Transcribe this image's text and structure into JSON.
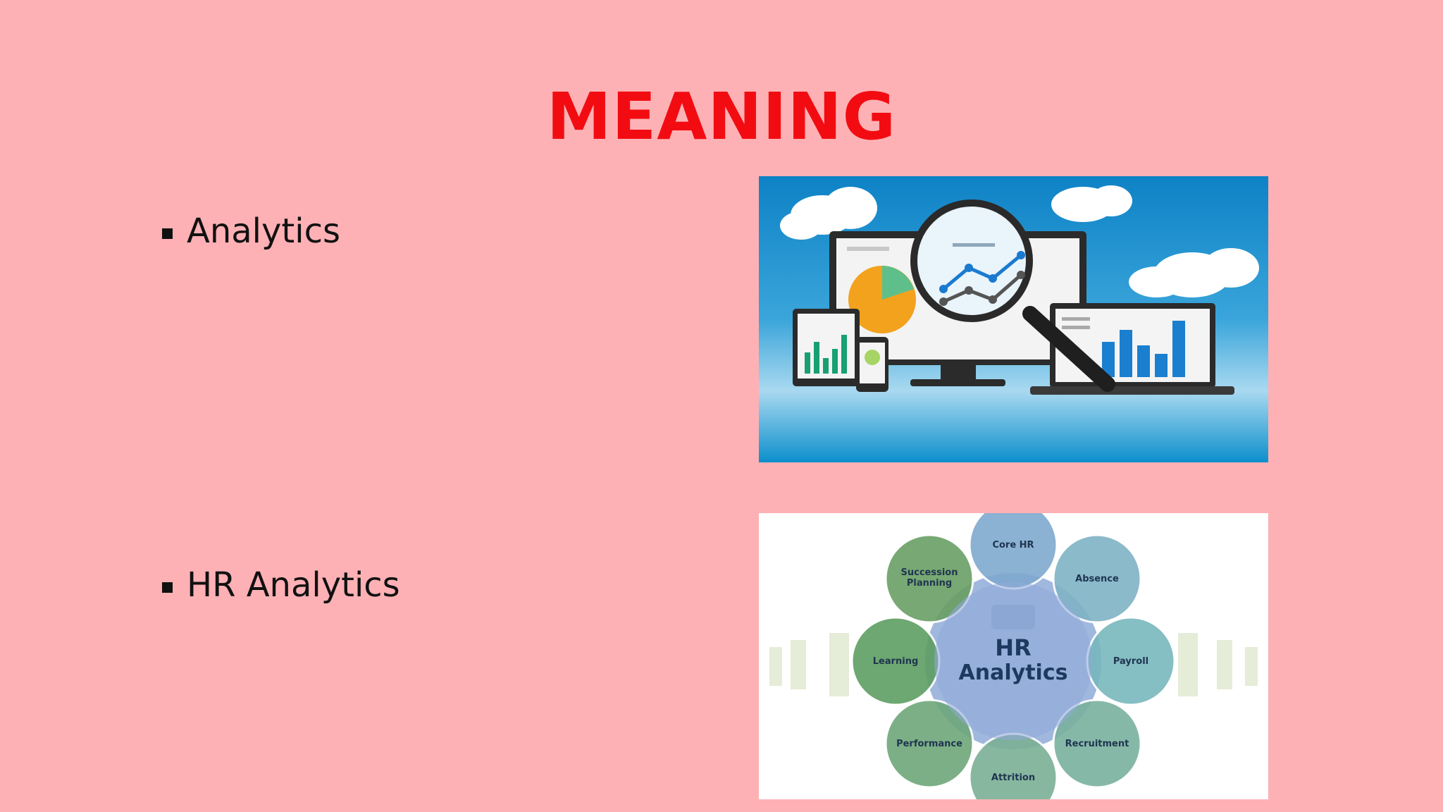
{
  "slide": {
    "title": "MEANING",
    "bullets": [
      "Analytics",
      "HR Analytics"
    ]
  },
  "hr_diagram": {
    "center_line1": "HR",
    "center_line2": "Analytics",
    "nodes": [
      "Core HR",
      "Absence",
      "Payroll",
      "Recruitment",
      "Attrition",
      "Performance",
      "Learning",
      "Succession",
      "Planning"
    ]
  },
  "colors": {
    "background": "#feb1b5",
    "title": "#f20c12",
    "sky": "#1a8fd0"
  }
}
